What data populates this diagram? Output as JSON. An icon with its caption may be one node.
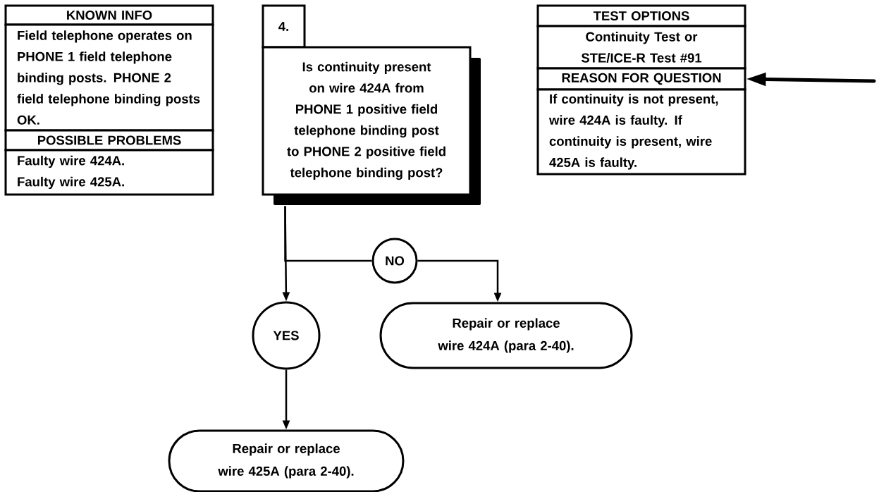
{
  "diagram": {
    "nodes": [
      {
        "text": [
          "KNOWN INFO"
        ]
      },
      {
        "text": [
          "Field telephone operates on PHONE 1 field telephone binding posts. PHONE 2 field telephone binding posts OK."
        ]
      },
      {
        "text": [
          "POSSIBLE PROBLEMS"
        ]
      },
      {
        "text": [
          "Faulty wire 424A.",
          "Faulty wire 425A."
        ]
      },
      {
        "text": [
          "4."
        ]
      },
      {
        "text": [
          "Is continuity present on wire 424A from PHONE 1 positive field telephone binding post to PHONE 2 positive field telephone binding post?"
        ]
      },
      {
        "text": [
          "TEST OPTIONS"
        ]
      },
      {
        "text": [
          "Continuity Test or STE/ICE-R Test #91"
        ]
      },
      {
        "text": [
          "REASON FOR QUESTION"
        ]
      },
      {
        "text": [
          "If continuity is not present, wire 424A is faulty. If continuity is present, wire 425A is faulty."
        ]
      },
      {
        "text": [
          "NO"
        ]
      },
      {
        "text": [
          "YES"
        ]
      },
      {
        "text": [
          "Repair or replace wire 424A (para 2-40)."
        ]
      },
      {
        "text": [
          "Repair or replace wire 425A (para 2-40)."
        ]
      }
    ],
    "edges": [
      {
        "from": 5,
        "to": 11,
        "arrow": "to"
      },
      {
        "from": 5,
        "to": 10,
        "arrow": "none"
      },
      {
        "from": 10,
        "to": 12,
        "arrow": "to"
      },
      {
        "from": 11,
        "to": 13,
        "arrow": "to"
      },
      {
        "from": null,
        "to": 8,
        "arrow": "to",
        "style": "thick"
      }
    ]
  }
}
